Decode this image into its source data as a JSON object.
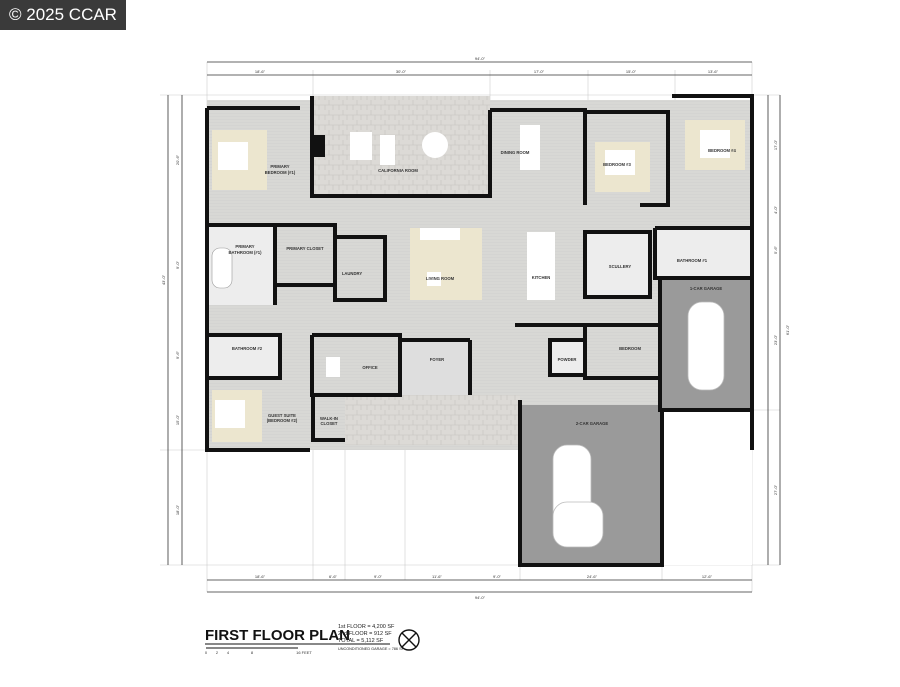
{
  "watermark": "© 2025 CCAR",
  "title": "FIRST FLOOR PLAN",
  "area_summary": {
    "first_floor": "1st FLOOR = 4,200 SF",
    "second_floor": "2nd FLOOR = 912 SF",
    "total": "TOTAL = 5,112 SF",
    "garage": "UNCONDITIONED GARAGE = 786 SF"
  },
  "scale_bar": [
    "0",
    "2",
    "4",
    "8",
    "16 FEET"
  ],
  "rooms": {
    "primary_bedroom": [
      "PRIMARY",
      "BEDROOM (#1)"
    ],
    "california_room": "CALIFORNIA ROOM",
    "dining_room": "DINING ROOM",
    "bedroom3": "BEDROOM #3",
    "bedroom4": "BEDROOM #4",
    "primary_bathroom": [
      "PRIMARY",
      "BATHROOM (#1)"
    ],
    "primary_closet": "PRIMARY CLOSET",
    "laundry": "LAUNDRY",
    "living_room": "LIVING ROOM",
    "kitchen": "KITCHEN",
    "scullery": "SCULLERY",
    "bathroom1": "BATHROOM #1",
    "garage1": "1-CAR GARAGE",
    "bathroom2": "BATHROOM #2",
    "office": "OFFICE",
    "foyer": "FOYER",
    "powder": "POWDER",
    "bedroom": "BEDROOM",
    "guest_suite": [
      "GUEST SUITE",
      "(BEDROOM #2)"
    ],
    "walkin_closet": [
      "WALK-IN",
      "CLOSET"
    ],
    "garage2": "2-CAR GARAGE"
  },
  "dimensions": {
    "top_overall": "94'-0\"",
    "top": [
      "18'-6\"",
      "30'-0\"",
      "17'-0\"",
      "15'-0\"",
      "13'-6\""
    ],
    "bottom_overall": "94'-0\"",
    "bottom": [
      "18'-6\"",
      "6'-6\"",
      "9'-0\"",
      "11'-6\"",
      "9'-0\"",
      "24'-6\"",
      "12'-6\""
    ],
    "left_overall": "43'-0\"",
    "left": [
      "20'-6\"",
      "9'-0\"",
      "9'-6\"",
      "15'-0\"",
      "18'-0\""
    ],
    "right_overall": "61'-0\"",
    "right": [
      "17'-0\"",
      "4'-0\"",
      "5'-6\"",
      "23'-0\"",
      "27'-0\""
    ]
  }
}
